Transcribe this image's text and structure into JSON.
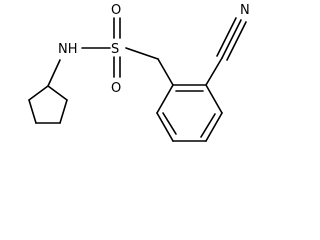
{
  "molecule": {
    "atoms": {
      "nitrogen_nh": "NH",
      "sulfur": "S",
      "oxygen_top": "O",
      "oxygen_bottom": "O",
      "nitrile_nitrogen": "N"
    }
  }
}
